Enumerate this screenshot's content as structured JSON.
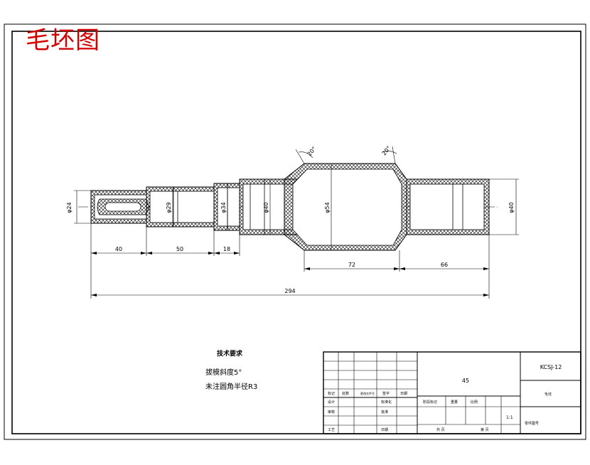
{
  "drawing": {
    "title": "毛坯图",
    "tech_req": {
      "heading": "技术要求",
      "line1": "拔模斜度5°",
      "line2": "未注圆角半径R3"
    },
    "dims": {
      "d1": "φ24",
      "d2": "φ29",
      "d3": "φ34",
      "d4": "φ40",
      "d5": "φ54",
      "d6": "φ40",
      "l1": "40",
      "l2": "50",
      "l3": "18",
      "l4": "72",
      "l5": "66",
      "total": "294",
      "angle1": "20°",
      "angle2": "20°"
    },
    "title_block": {
      "material": "45",
      "code": "KCSJ-12",
      "row_labels": [
        "标记",
        "处数",
        "更改文件号",
        "签字"
      ],
      "designer": "设计",
      "standard": "标准化",
      "check": "审核",
      "approve": "批准",
      "craft": "工艺",
      "date": "日期",
      "stage_mark": "阶段标记",
      "weight": "重量",
      "scale": "比例",
      "scale_value": "1:1",
      "sheet_info": "共 页",
      "sheet_no": "第 页",
      "part_name": "毛坯",
      "company": "零件图号"
    }
  }
}
